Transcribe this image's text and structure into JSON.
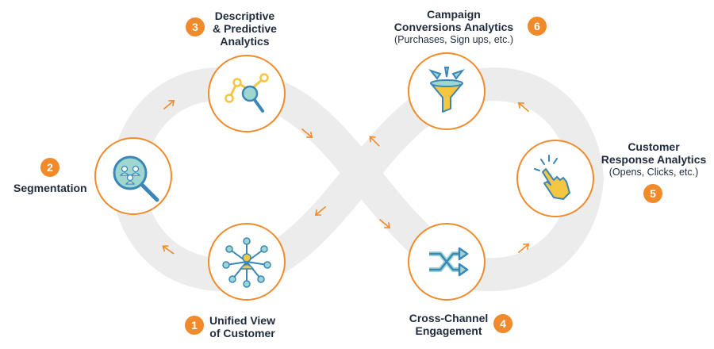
{
  "steps": [
    {
      "number": "1",
      "title_line1": "Unified View",
      "title_line2": "of Customer",
      "icon": "network-people-icon"
    },
    {
      "number": "2",
      "title_line1": "Segmentation",
      "icon": "magnifier-people-icon"
    },
    {
      "number": "3",
      "title_line1": "Descriptive",
      "title_line2": "& Predictive",
      "title_line3": "Analytics",
      "icon": "line-chart-magnifier-icon"
    },
    {
      "number": "4",
      "title_line1": "Cross-Channel",
      "title_line2": "Engagement",
      "icon": "shuffle-arrows-icon"
    },
    {
      "number": "5",
      "title_line1": "Customer",
      "title_line2": "Response Analytics",
      "title_line3": "(Opens, Clicks, etc.)",
      "icon": "click-hand-icon"
    },
    {
      "number": "6",
      "title_line1": "Campaign",
      "title_line2": "Conversions Analytics",
      "title_line3": "(Purchases, Sign ups, etc.)",
      "icon": "funnel-icon"
    }
  ],
  "colors": {
    "accent": "#f08a2a",
    "icon_blue": "#3a86b8",
    "icon_yellow": "#f5c642",
    "icon_teal": "#9fd7d0",
    "track": "#ededed",
    "text": "#1f2b3c"
  }
}
